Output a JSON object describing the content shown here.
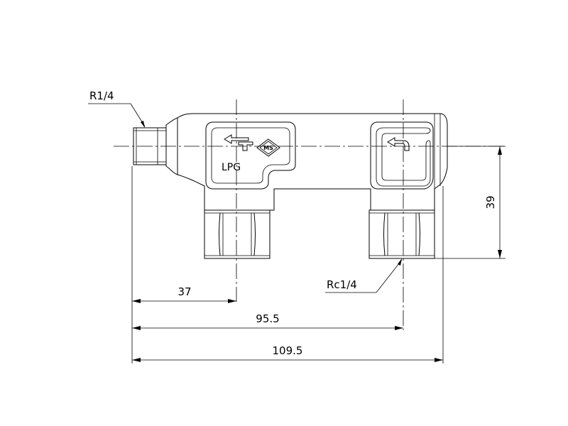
{
  "labels": {
    "inlet_thread": "R1/4",
    "outlet_thread": "Rc1/4",
    "gas_type": "LPG",
    "mark": "MS"
  },
  "dimensions": {
    "d37": "37",
    "d95_5": "95.5",
    "d109_5": "109.5",
    "d39": "39"
  }
}
